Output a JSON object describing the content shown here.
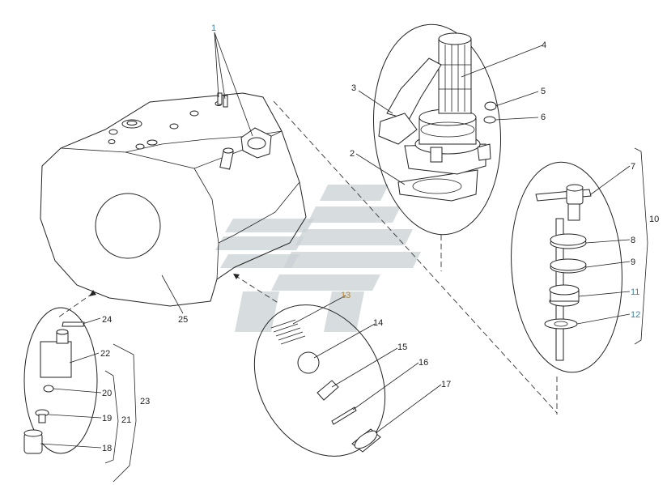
{
  "callouts": {
    "c1": "1",
    "c2": "2",
    "c3": "3",
    "c4": "4",
    "c5": "5",
    "c6": "6",
    "c7": "7",
    "c8": "8",
    "c9": "9",
    "c10": "10",
    "c11": "11",
    "c12": "12",
    "c13": "13",
    "c14": "14",
    "c15": "15",
    "c16": "16",
    "c17": "17",
    "c18": "18",
    "c19": "19",
    "c20": "20",
    "c21": "21",
    "c22": "22",
    "c23": "23",
    "c24": "24",
    "c25": "25"
  },
  "colors": {
    "line": "#222222",
    "watermark": "#c9d0d3",
    "label_blue": "#3a86a6",
    "label_orange": "#b8862b"
  }
}
